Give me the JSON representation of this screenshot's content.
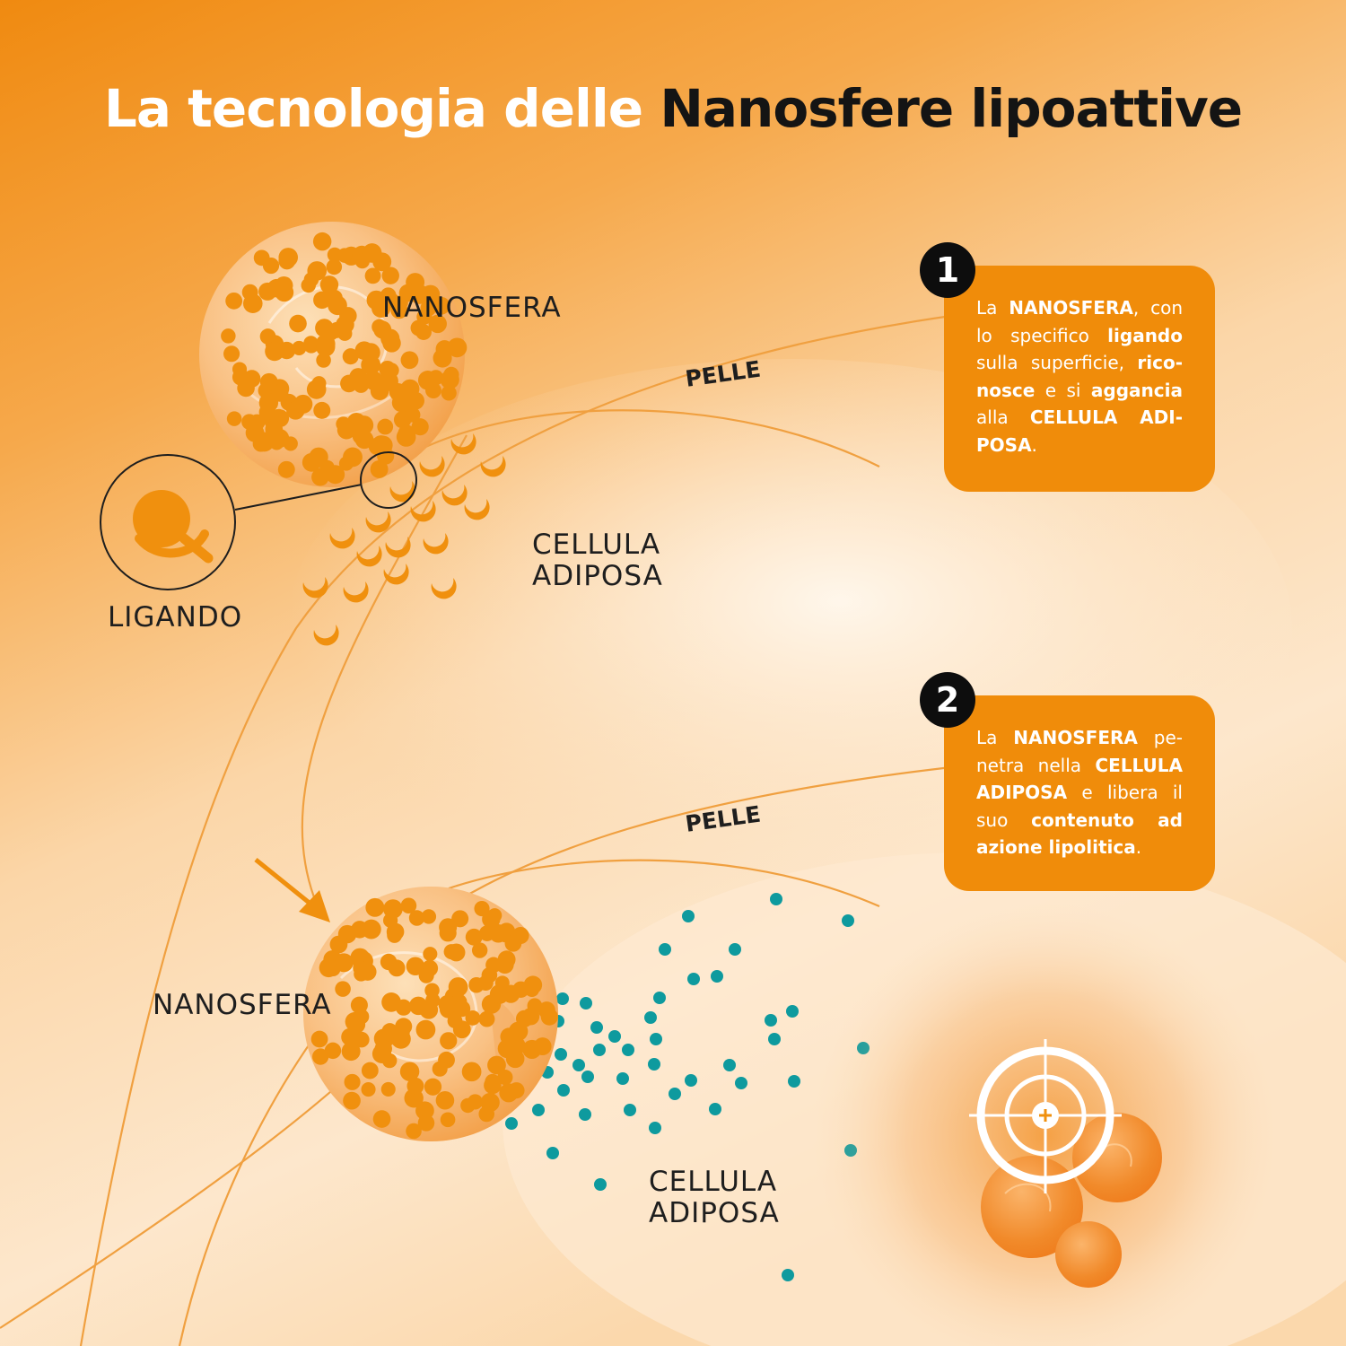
{
  "title": {
    "part1": "La tecnologia delle",
    "part2": "Nanosfere lipoattive"
  },
  "labels": {
    "nanosfera_top": "NANOSFERA",
    "pelle_top": "PELLE",
    "cellula_top_line1": "CELLULA",
    "cellula_top_line2": "ADIPOSA",
    "ligando": "LIGANDO",
    "nanosfera_bottom": "NANOSFERA",
    "pelle_bottom": "PELLE",
    "cellula_bottom_line1": "CELLULA",
    "cellula_bottom_line2": "ADIPOSA"
  },
  "steps": [
    {
      "number": "1",
      "segments": [
        {
          "t": "La ",
          "b": false
        },
        {
          "t": "NANOSFERA",
          "b": true
        },
        {
          "t": ", con lo specifico ",
          "b": false
        },
        {
          "t": "ligando",
          "b": true
        },
        {
          "t": " sulla superficie, ",
          "b": false
        },
        {
          "t": "rico-nosce",
          "b": true
        },
        {
          "t": " e si ",
          "b": false
        },
        {
          "t": "aggancia",
          "b": true
        },
        {
          "t": " alla ",
          "b": false
        },
        {
          "t": "CELLULA ADI-POSA",
          "b": true
        },
        {
          "t": ".",
          "b": false
        }
      ]
    },
    {
      "number": "2",
      "segments": [
        {
          "t": "La ",
          "b": false
        },
        {
          "t": "NANOSFERA",
          "b": true
        },
        {
          "t": " pe-netra nella ",
          "b": false
        },
        {
          "t": "CELLULA ADIPOSA",
          "b": true
        },
        {
          "t": " e libera il suo ",
          "b": false
        },
        {
          "t": "contenuto ad azione lipolitica",
          "b": true
        },
        {
          "t": ".",
          "b": false
        }
      ]
    }
  ],
  "colors": {
    "orange": "#f08c0a",
    "deep_orange": "#ef8a10",
    "teal": "#0e9a9e",
    "badge": "#0d0d0d",
    "text_dark": "#1e1e1e"
  },
  "icons": [
    "magnifier-icon",
    "arrow-icon",
    "target-icon"
  ]
}
